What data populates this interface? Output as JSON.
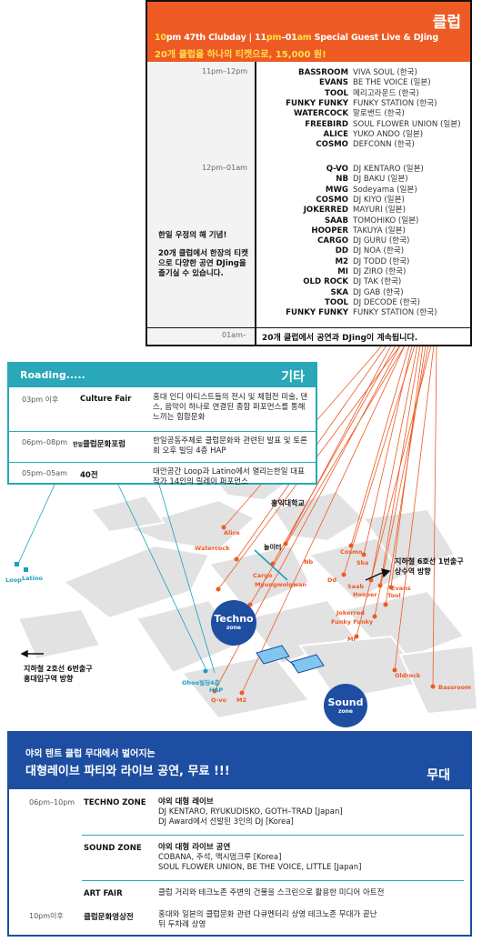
{
  "club": {
    "title": "클럽",
    "line1_a": "10",
    "line1_b": "pm 47th Clubday | 11",
    "line1_c": "pm",
    "line1_d": "–01",
    "line1_e": "am",
    "line1_f": " Special Guest Live & DJing",
    "line2": "20개 클럽을 하나의 티켓으로, 15,000 원!",
    "slot1_time": "11pm–12pm",
    "slot2_time": "12pm–01am",
    "slot1": [
      {
        "club": "BASSROOM",
        "dj": "VIVA SOUL (한국)"
      },
      {
        "club": "EVANS",
        "dj": "BE THE VOICE (일본)"
      },
      {
        "club": "TOOL",
        "dj": "메리고라운드 (한국)"
      },
      {
        "club": "FUNKY FUNKY",
        "dj": "FUNKY STATION (한국)"
      },
      {
        "club": "WATERCOCK",
        "dj": "말로밴드 (한국)"
      },
      {
        "club": "FREEBIRD",
        "dj": "SOUL FLOWER UNION (일본)"
      },
      {
        "club": "ALICE",
        "dj": "YUKO ANDO (일본)"
      },
      {
        "club": "COSMO",
        "dj": "DEFCONN (한국)"
      }
    ],
    "slot2": [
      {
        "club": "Q-VO",
        "dj": "DJ KENTARO (일본)"
      },
      {
        "club": "NB",
        "dj": "DJ BAKU (일본)"
      },
      {
        "club": "MWG",
        "dj": "Sodeyama (일본)"
      },
      {
        "club": "COSMO",
        "dj": "DJ KIYO (일본)"
      },
      {
        "club": "JOKERRED",
        "dj": "MAYURI (일본)"
      },
      {
        "club": "SAAB",
        "dj": "TOMOHIKO (일본)"
      },
      {
        "club": "HOOPER",
        "dj": "TAKUYA (일본)"
      },
      {
        "club": "CARGO",
        "dj": "DJ GURU (한국)"
      },
      {
        "club": "DD",
        "dj": "DJ NOA (한국)"
      },
      {
        "club": "M2",
        "dj": "DJ TODD (한국)"
      },
      {
        "club": "MI",
        "dj": "DJ ZIRO (한국)"
      },
      {
        "club": "OLD ROCK",
        "dj": "DJ TAK (한국)"
      },
      {
        "club": "SKA",
        "dj": "DJ GAB (한국)"
      },
      {
        "club": "TOOL",
        "dj": "DJ DECODE (한국)"
      },
      {
        "club": "FUNKY FUNKY",
        "dj": "FUNKY STATION (한국)"
      }
    ],
    "note1": "한일 우정의 해 기념!",
    "note2": "20개 클럽에서 한장의 티켓으로 다양한 공연 DJing을 즐기실 수 있습니다.",
    "last_time": "01am–",
    "last_text": "20개 클럽에서 공연과 DJing이 계속됩니다."
  },
  "etc": {
    "road": "Roading.....",
    "title": "기타",
    "rows": [
      {
        "time": "03pm 이후",
        "name": "Culture Fair",
        "desc": "홍대 인디 아티스트들의 전시 및 체험전 미술, 댄스, 음악이 하나로 연결된 종합 퍼포먼스를 통해 느끼는 힙합문화"
      },
      {
        "time": "06pm–08pm",
        "name_prefix": "한일",
        "name": "클럽문화포럼",
        "desc": "한일공동주체로 클럽문화와 관련된 발표 및 토론회 오후 빌딩 4층 HAP"
      },
      {
        "time": "05pm–05am",
        "name": "40전",
        "desc": "대안공간 Loop과 Latino에서 열리는한일 대표 작가 14인의 릴레이 퍼포먼스"
      }
    ]
  },
  "map": {
    "hongik": "홍익대학교",
    "playground": "놀이터",
    "subway6": "지하철 6호선 1번출구",
    "sangsu": "상수역 방향",
    "subway2": "지하철 2호선 6번출구",
    "hongdae_exit": "홍대입구역 방향",
    "techno": "Techno",
    "sound": "Sound",
    "zone": "zone",
    "places": {
      "alice": "Alice",
      "watercock": "Watercock",
      "nb": "Nb",
      "cargo": "Cargo",
      "myungwolgwan": "Myungwolgwan",
      "cosmo": "Cosmo",
      "ska": "Ska",
      "dd": "Dd",
      "saab": "Saab",
      "hooper": "Hooper",
      "evans": "Evans",
      "tool": "Tool",
      "jokerred": "Jokerred",
      "funkyfunky": "Funky Funky",
      "mi": "MI",
      "oldrock": "Oldrock",
      "bassroom": "Bassroom",
      "qvo": "Q-vo",
      "m2": "M2",
      "ohoo": "Ohoo빌딩4층",
      "hap": "HAP",
      "loop": "Loop",
      "latino": "Latino"
    },
    "colors": {
      "orange": "#ee5a24",
      "teal": "#1a9fbf",
      "navy": "#1e4ea1"
    }
  },
  "stage": {
    "sub": "야외 텐트 클럽 무대에서 벌어지는",
    "headline": "대형레이브 파티와 라이브 공연, 무료 !!!",
    "title": "무대",
    "rows": [
      {
        "time": "06pm–10pm",
        "name": "TECHNO ZONE",
        "d1": "야외 대형 레이브",
        "d2": "DJ KENTARO, RYUKUDISKO, GOTH–TRAD [Japan]",
        "d3": "DJ Award에서 선발된 3인의 DJ [Korea]"
      },
      {
        "time": "",
        "name": "SOUND ZONE",
        "d1": "야외 대형 라이브 공연",
        "d2": "COBANA, 주석, 맥시멈크루 [Korea]",
        "d3": "SOUL FLOWER UNION, BE THE VOICE, LITTLE [Japan]"
      },
      {
        "time": "",
        "name": "ART FAIR",
        "d1": "클럽 거리와 테크노존 주변의 건물을 스크린으로 활용한 미디어 아트전"
      },
      {
        "time": "10pm이후",
        "name": "클럽문화영상전",
        "d1": "홍대와 일본의 클럽문화 관련 다큐멘터리 상영 테크노존 무대가 끝난 뒤 두차례 상영"
      }
    ]
  }
}
